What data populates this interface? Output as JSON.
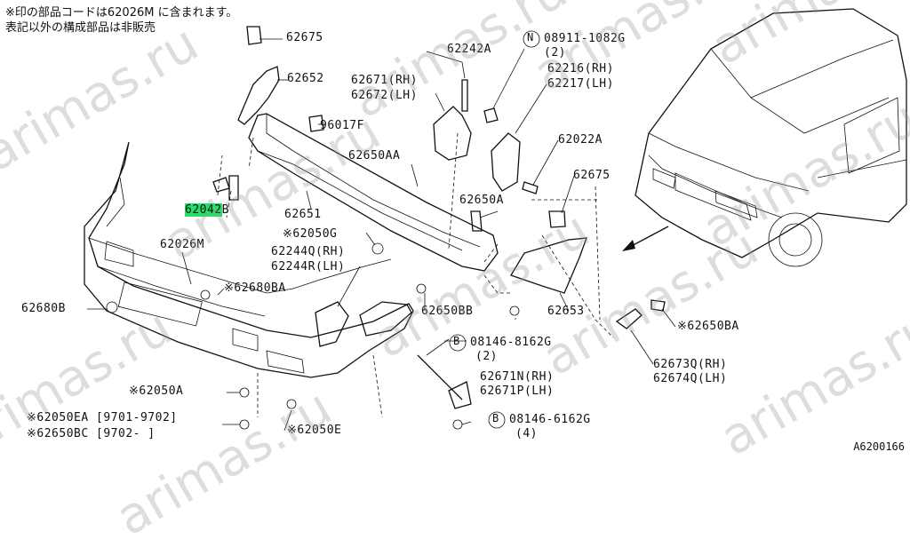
{
  "notes": {
    "line1": "※印の部品コードは62026M に含まれます。",
    "line2": "表記以外の構成部品は非販売"
  },
  "watermark": "arimas.ru",
  "diagram_code": "A6200166",
  "labels": {
    "p62675_top": "62675",
    "p62652": "62652",
    "p96017F": "96017F",
    "p62042B_code": "62042",
    "p62042B_suffix": "B",
    "p62651": "62651",
    "p62026M": "62026M",
    "p62680B": "62680B",
    "p62680BA": "※62680BA",
    "p62050A": "※62050A",
    "p62050EA": "※62050EA [9701-9702]",
    "p62650BC": "※62650BC [9702-     ]",
    "p62050E": "※62050E",
    "p62242A": "62242A",
    "p62671_rh": "62671(RH)",
    "p62672_lh": "62672(LH)",
    "p62650AA": "62650AA",
    "p62050G": "※62050G",
    "p62244Q": "62244Q(RH)",
    "p62244R": "62244R(LH)",
    "p62650BB": "62650BB",
    "p08146_8162G": "08146-8162G",
    "p08146_8162G_qty": "(2)",
    "p62671N": "62671N(RH)",
    "p62671P": "62671P(LH)",
    "p08146_6162G": "08146-6162G",
    "p08146_6162G_qty": "(4)",
    "p08911": "08911-1082G",
    "p08911_qty": "(2)",
    "p62216": "62216(RH)",
    "p62217": "62217(LH)",
    "p62022A": "62022A",
    "p62675_right": "62675",
    "p62650A": "62650A",
    "p62653": "62653",
    "p62650BA": "※62650BA",
    "p62673Q": "62673Q(RH)",
    "p62674Q": "62674Q(LH)"
  },
  "circle_letters": {
    "n": "N",
    "b": "B"
  },
  "highlight_color": "#22e06a"
}
